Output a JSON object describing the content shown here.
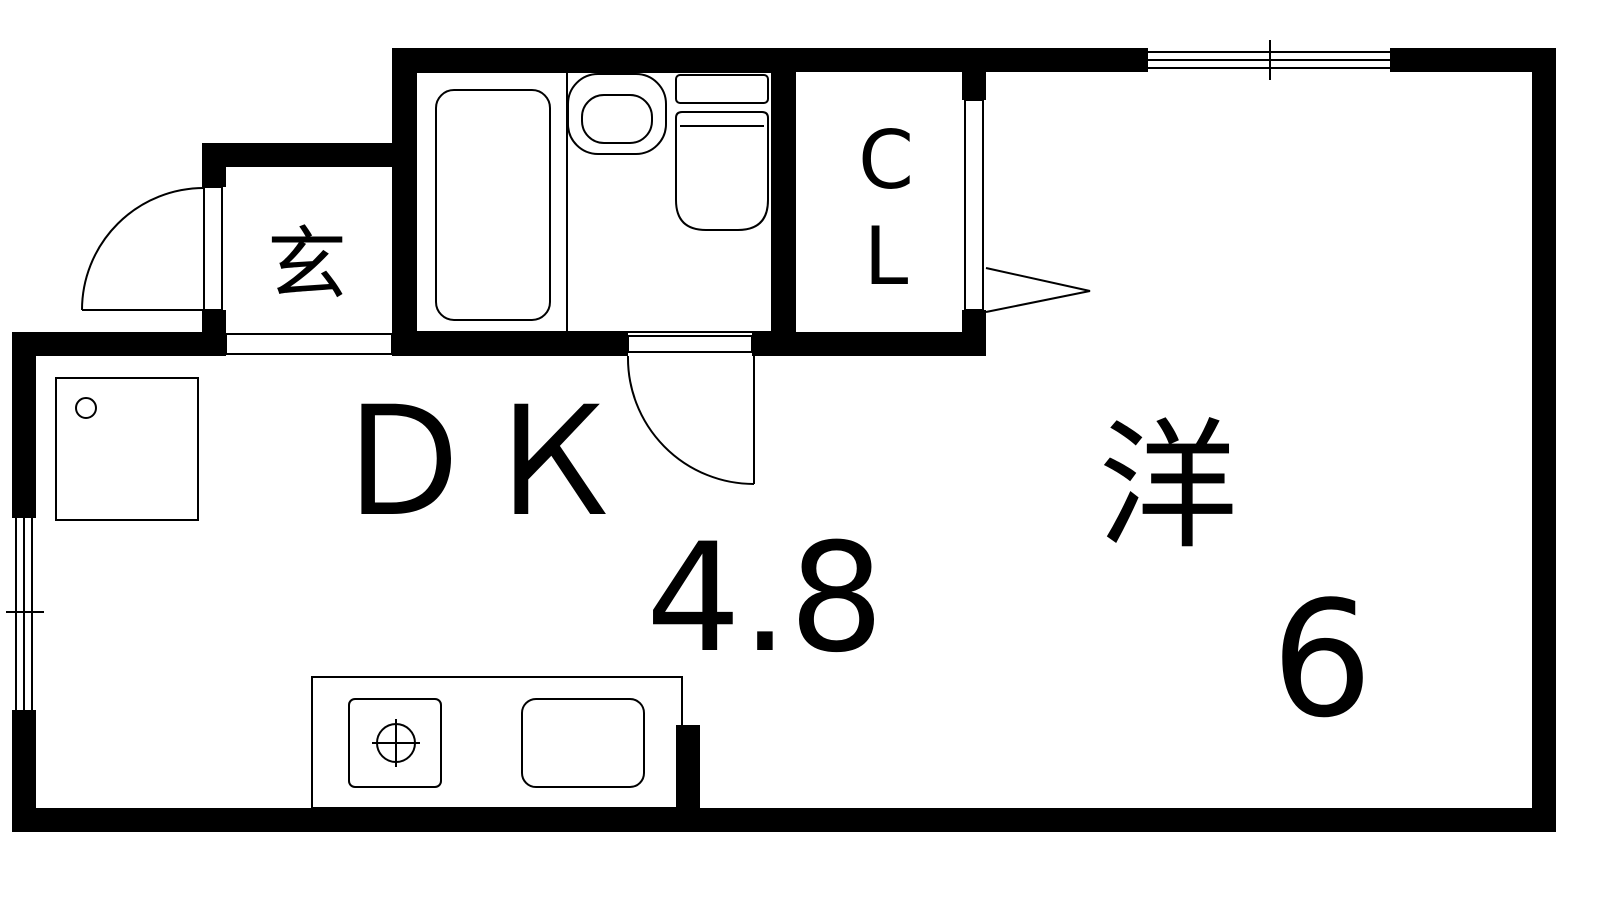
{
  "plan": {
    "entrance_label": "玄",
    "closet_label_1": "C",
    "closet_label_2": "L",
    "dk_label": "ＤＫ",
    "dk_size": "4.8",
    "western_room_label": "洋",
    "western_room_size": "6"
  },
  "colors": {
    "wall": "#000000",
    "background": "#ffffff"
  }
}
